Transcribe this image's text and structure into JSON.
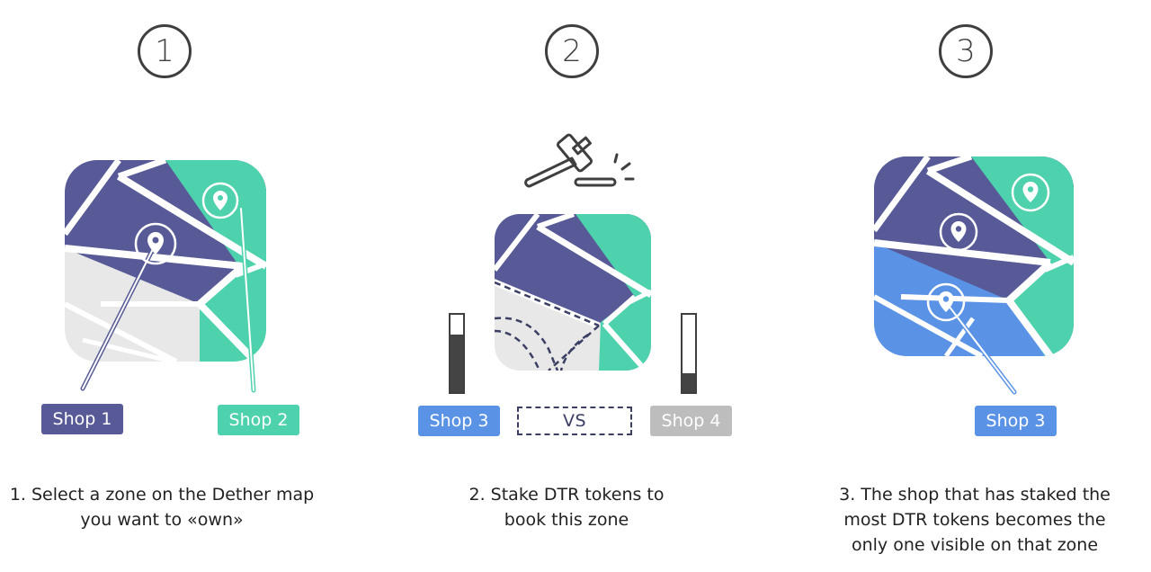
{
  "steps": [
    {
      "number": "1",
      "caption_lines": [
        "1. Select a zone on the Dether map",
        "you want to «own»"
      ],
      "tags": [
        {
          "label": "Shop 1",
          "color": "#575a96"
        },
        {
          "label": "Shop 2",
          "color": "#4ed1ad"
        }
      ]
    },
    {
      "number": "2",
      "caption_lines": [
        "2. Stake DTR tokens to",
        "book this zone"
      ],
      "tags": [
        {
          "label": "Shop 3",
          "color": "#5a93e6"
        },
        {
          "label": "Shop 4",
          "color": "#bdbdbd"
        }
      ],
      "vs_label": "VS",
      "stake_levels": [
        0.75,
        0.25
      ]
    },
    {
      "number": "3",
      "caption_lines": [
        "3. The shop that has staked the",
        "most DTR tokens becomes the",
        "only one visible on that zone"
      ],
      "tags": [
        {
          "label": "Shop 3",
          "color": "#5a93e6"
        }
      ]
    }
  ],
  "colors": {
    "purple": "#575a96",
    "green": "#4ed1ad",
    "blue": "#5a93e6",
    "gray_area": "#e8e8e8",
    "road": "#ffffff",
    "outline": "#3f3f3f"
  },
  "icons": [
    "map-pin-icon",
    "gavel-icon"
  ]
}
